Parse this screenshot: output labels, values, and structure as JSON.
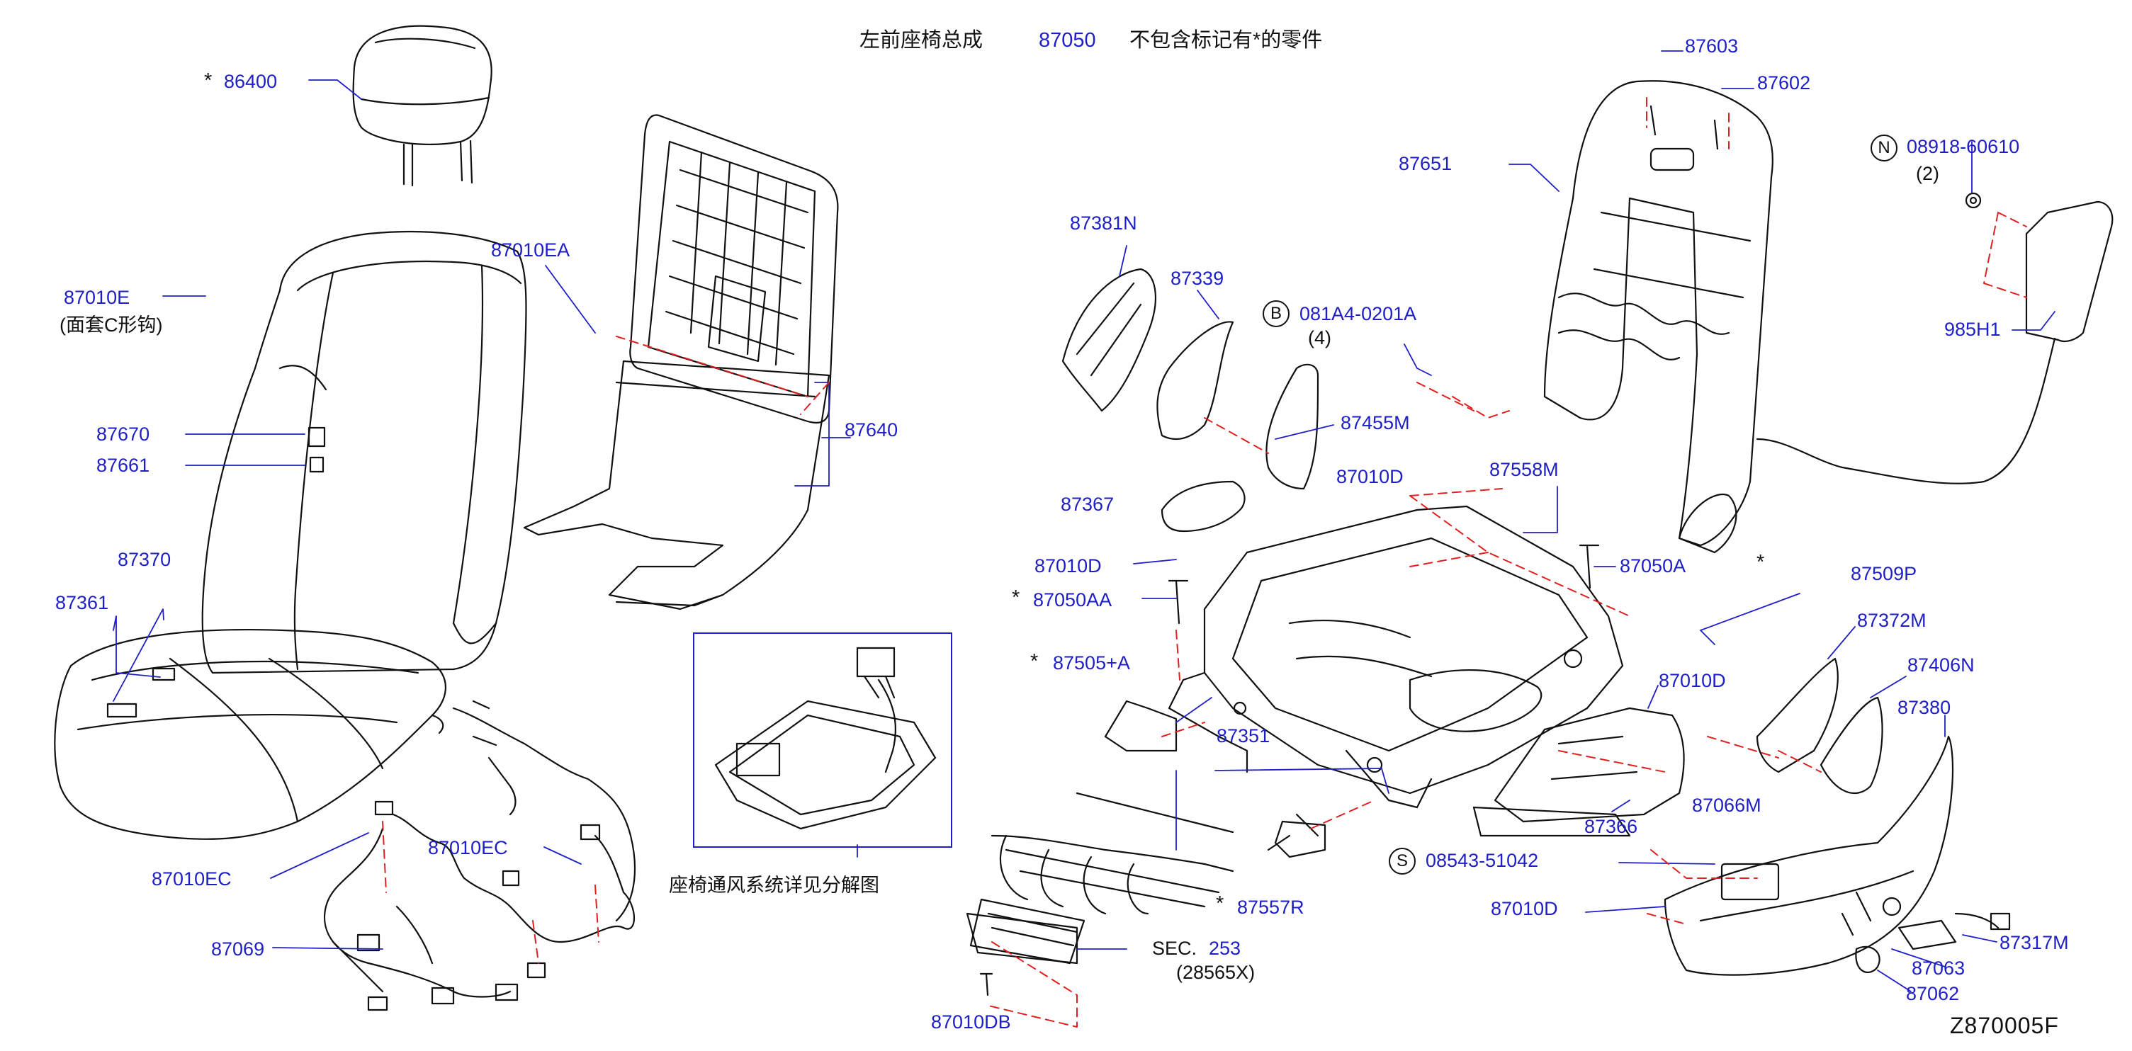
{
  "header": {
    "assembly_name": "左前座椅总成",
    "assembly_number": "87050",
    "note": "不包含标记有*的零件"
  },
  "colors": {
    "label": "#1f1fc6",
    "line": "#1f1fc6",
    "dash": "#e02020",
    "drawing": "#111111"
  },
  "callouts": {
    "p86400": "86400",
    "p87010E": "87010E",
    "p87010E_note": "(面套C形钩)",
    "p87670": "87670",
    "p87661": "87661",
    "p87370": "87370",
    "p87361": "87361",
    "p87010EA": "87010EA",
    "p87640": "87640",
    "p87010EC_left": "87010EC",
    "p87010EC_mid": "87010EC",
    "p87069": "87069",
    "vent_note": "座椅通风系统详见分解图",
    "p87381N": "87381N",
    "p87339": "87339",
    "p081A4": "081A4-0201A",
    "p081A4_qty": "(4)",
    "p87455M": "87455M",
    "p87010D_a": "87010D",
    "p87367": "87367",
    "p87010D_b": "87010D",
    "p87050AA": "87050AA",
    "p87505A": "87505+A",
    "p87351": "87351",
    "p87557R": "87557R",
    "p87010DB": "87010DB",
    "sec_prefix": "SEC.",
    "sec_number": "253",
    "sec_part": "(28565X)",
    "p87603": "87603",
    "p87602": "87602",
    "p87651": "87651",
    "p08918": "08918-60610",
    "p08918_qty": "(2)",
    "p985H1": "985H1",
    "p87558M": "87558M",
    "p87050A": "87050A",
    "p87509P": "87509P",
    "p87010D_c": "87010D",
    "p87372M": "87372M",
    "p87406N": "87406N",
    "p87380": "87380",
    "p87366": "87366",
    "p08543": "08543-51042",
    "p87066M": "87066M",
    "p87010D_d": "87010D",
    "p87317M": "87317M",
    "p87063": "87063",
    "p87062": "87062",
    "star": "*",
    "circle_B": "B",
    "circle_N": "N",
    "circle_S": "S"
  },
  "diagram_code": "Z870005F"
}
